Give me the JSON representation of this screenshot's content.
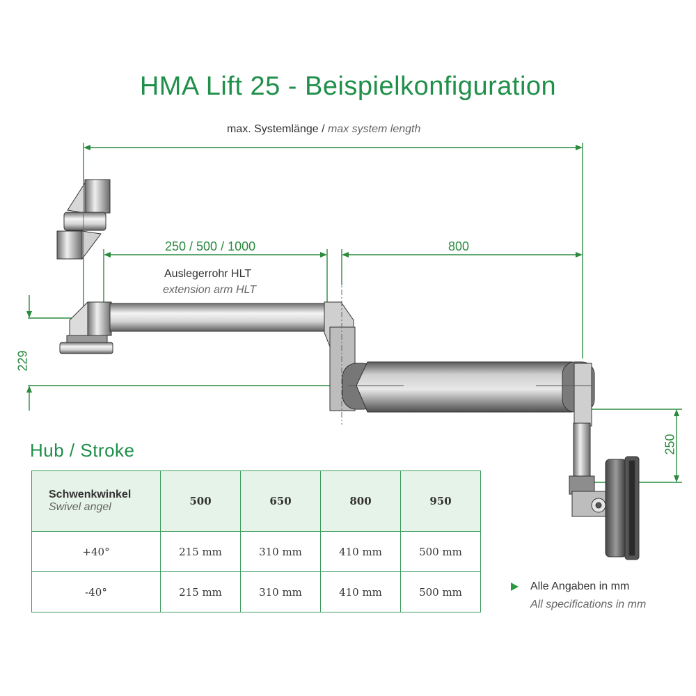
{
  "title": "HMA Lift 25 - Beispielkonfiguration",
  "dimensions": {
    "system_length_de": "max. Systemlänge",
    "system_length_sep": "/",
    "system_length_en": "max system length",
    "arm_length": "250 / 500 / 1000",
    "lift_length": "800",
    "height_left": "229",
    "height_right": "250"
  },
  "labels": {
    "extension_arm_de": "Auslegerrohr HLT",
    "extension_arm_en": "extension arm HLT"
  },
  "stroke": {
    "heading": "Hub / Stroke",
    "header_de": "Schwenkwinkel",
    "header_en": "Swivel angel",
    "columns": [
      "500",
      "650",
      "800",
      "950"
    ],
    "rows": [
      {
        "angle": "+40°",
        "values": [
          "215 mm",
          "310 mm",
          "410 mm",
          "500 mm"
        ]
      },
      {
        "angle": "-40°",
        "values": [
          "215 mm",
          "310 mm",
          "410 mm",
          "500 mm"
        ]
      }
    ]
  },
  "note": {
    "de": "Alle Angaben in mm",
    "en": "All specifications in mm"
  },
  "colors": {
    "title_green": "#1f8f4a",
    "dimension_green": "#2a8a3e",
    "table_border": "#3a9a5a",
    "table_header_bg": "#e6f3e8",
    "part_gray": "#8a8a8a"
  }
}
